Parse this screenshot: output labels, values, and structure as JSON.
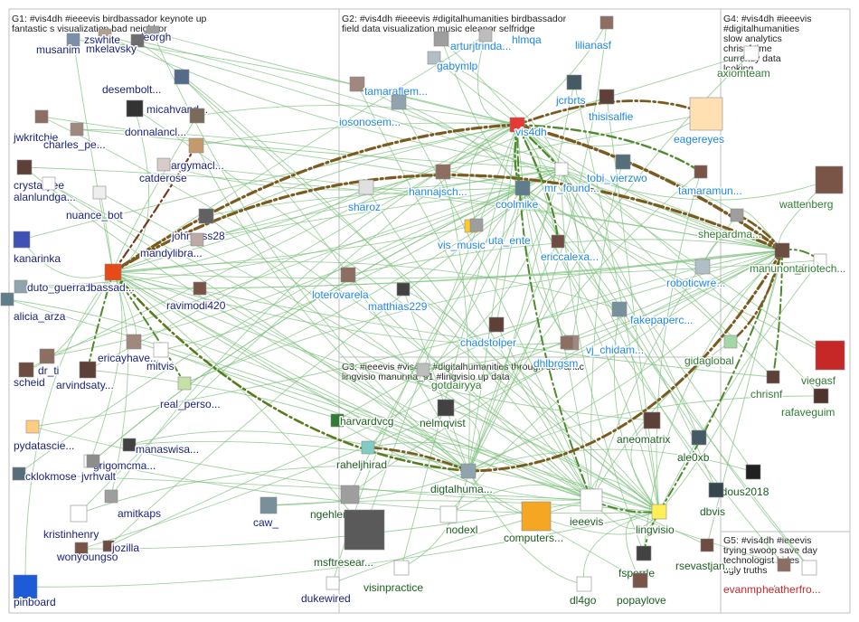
{
  "groups": [
    {
      "id": "G1",
      "label": "G1: #vis4dh #ieeevis birdbassador keynote up fantastic s visualization bad neighbor"
    },
    {
      "id": "G2",
      "label": "G2: #vis4dh #ieeevis #digitalhumanities birdbassador field data visualization music eleanor selfridge"
    },
    {
      "id": "G3",
      "label": "G3: #ieeevis #vis4dh #digitalhumanities through semantic lingvisio manunna_91 #lingvisio up data"
    },
    {
      "id": "G4",
      "label": "G4: #vis4dh #ieeevis #digitalhumanities slow analytics chrisnf time currently data looking"
    },
    {
      "id": "G5",
      "label": "G5: #vis4dh #ieeevis trying swoop save day technologist hides ugly truths"
    }
  ],
  "nodes": [
    {
      "id": "musanim",
      "label": "musanim",
      "color": "#1a237e",
      "avatar": "#7b8fa8"
    },
    {
      "id": "leorgh",
      "label": "leorgh",
      "color": "#1a237e",
      "avatar": "#9e9e9e"
    },
    {
      "id": "zswhite",
      "label": "zswhite",
      "color": "#1a237e",
      "avatar": "#b0a090"
    },
    {
      "id": "mkelavsky",
      "label": "mkelavsky",
      "color": "#1a237e",
      "avatar": "#6d6d6d"
    },
    {
      "id": "desembolt",
      "label": "desembolt...",
      "color": "#1a237e",
      "avatar": "#556b8a"
    },
    {
      "id": "micahvand",
      "label": "micahvand...",
      "color": "#1a237e",
      "avatar": "#333333"
    },
    {
      "id": "jwkritchie",
      "label": "jwkritchie",
      "color": "#1a237e",
      "avatar": "#8d6e63"
    },
    {
      "id": "charlespe",
      "label": "charles_pe...",
      "color": "#1a237e",
      "avatar": "#a1887f"
    },
    {
      "id": "donnalancl",
      "label": "donnalancl...",
      "color": "#1a237e",
      "avatar": "#7a6a5a"
    },
    {
      "id": "margymacl",
      "label": "margymacl...",
      "color": "#1a237e",
      "avatar": "#c49a6c"
    },
    {
      "id": "catderose",
      "label": "catderose",
      "color": "#1a237e",
      "avatar": "#d7ccc8"
    },
    {
      "id": "crystalljlee",
      "label": "crystalljlee",
      "color": "#1a237e",
      "avatar": "#5d4037"
    },
    {
      "id": "alanlundga",
      "label": "alanlundga...",
      "color": "#1a237e",
      "avatar": "#ffffff"
    },
    {
      "id": "nuancebot",
      "label": "nuance_bot",
      "color": "#1a237e",
      "avatar": "#eeeeee"
    },
    {
      "id": "johnruss28",
      "label": "johnruss28",
      "color": "#1a237e",
      "avatar": "#616161"
    },
    {
      "id": "mandylibra",
      "label": "mandylibra...",
      "color": "#1a237e",
      "avatar": "#bcaaa4"
    },
    {
      "id": "kanarinka",
      "label": "kanarinka",
      "color": "#1a237e",
      "avatar": "#3f51b5"
    },
    {
      "id": "birdbassad",
      "label": "birdbassad...",
      "color": "#1a237e",
      "avatar": "#e64a19"
    },
    {
      "id": "dutoguerra",
      "label": "duto_guerra",
      "color": "#1a237e",
      "avatar": "#90a4ae"
    },
    {
      "id": "ravimodi420",
      "label": "ravimodi420",
      "color": "#1a237e",
      "avatar": "#795548"
    },
    {
      "id": "aliciaarza",
      "label": "alicia_arza",
      "color": "#1a237e",
      "avatar": "#607d8b"
    },
    {
      "id": "ericayhave",
      "label": "ericayhave...",
      "color": "#1a237e",
      "avatar": "#a1887f"
    },
    {
      "id": "mitvis",
      "label": "mitvis",
      "color": "#1a237e",
      "avatar": "#ffffff"
    },
    {
      "id": "drti",
      "label": "dr_ti",
      "color": "#1a237e",
      "avatar": "#8d6e63"
    },
    {
      "id": "scheid",
      "label": "scheid",
      "color": "#1a237e",
      "avatar": "#6d4c41"
    },
    {
      "id": "arvindsaty",
      "label": "arvindsaty...",
      "color": "#1a237e",
      "avatar": "#5d4037"
    },
    {
      "id": "realperso",
      "label": "real_perso...",
      "color": "#1a237e",
      "avatar": "#c5e1a5"
    },
    {
      "id": "pydatascie",
      "label": "pydatascie...",
      "color": "#1a237e",
      "avatar": "#ffcc80"
    },
    {
      "id": "manaswisa",
      "label": "manaswisa...",
      "color": "#1a237e",
      "avatar": "#424242"
    },
    {
      "id": "grigomcma",
      "label": "grigomcma...",
      "color": "#1a237e",
      "avatar": "#ffffff"
    },
    {
      "id": "cklokmose",
      "label": "cklokmose",
      "color": "#1a237e",
      "avatar": "#546e7a"
    },
    {
      "id": "jvrhvalt",
      "label": "jvrhvalt",
      "color": "#1a237e",
      "avatar": "#8d8d8d"
    },
    {
      "id": "amitkaps",
      "label": "amitkaps",
      "color": "#1a237e",
      "avatar": "#9e9e9e"
    },
    {
      "id": "kristinhenry",
      "label": "kristinhenry",
      "color": "#1a237e",
      "avatar": "#ffffff"
    },
    {
      "id": "jozilla",
      "label": "jozilla",
      "color": "#1a237e",
      "avatar": "#6d4c41"
    },
    {
      "id": "wonyoungso",
      "label": "wonyoungso",
      "color": "#1a237e",
      "avatar": "#795548"
    },
    {
      "id": "caw",
      "label": "caw_",
      "color": "#1a237e",
      "avatar": "#78909c"
    },
    {
      "id": "pinboard",
      "label": "pinboard",
      "color": "#1a237e",
      "avatar": "#1e5bd6"
    },
    {
      "id": "dukewired",
      "label": "dukewired",
      "color": "#1a237e",
      "avatar": "#ffffff"
    },
    {
      "id": "arturjtrinda",
      "label": "arturjtrinda...",
      "color": "#1e88e5",
      "avatar": "#9e9e9e"
    },
    {
      "id": "hlmqa",
      "label": "hlmqa",
      "color": "#1e88e5",
      "avatar": "#bdbdbd"
    },
    {
      "id": "lilianasf",
      "label": "lilianasf",
      "color": "#1e88e5",
      "avatar": "#8d6e63"
    },
    {
      "id": "gabymlp",
      "label": "gabymlp",
      "color": "#1e88e5",
      "avatar": "#b0bec5"
    },
    {
      "id": "tamaraflem",
      "label": "tamaraflem...",
      "color": "#1e88e5",
      "avatar": "#a1887f"
    },
    {
      "id": "jcrbrts",
      "label": "jcrbrts",
      "color": "#1e88e5",
      "avatar": "#455a64"
    },
    {
      "id": "thisisalfie",
      "label": "thisisalfie",
      "color": "#1e88e5",
      "avatar": "#5d4037"
    },
    {
      "id": "iosonosem",
      "label": "iosonosem...",
      "color": "#1e88e5",
      "avatar": "#90a4ae"
    },
    {
      "id": "vis4dh",
      "label": "vis4dh",
      "color": "#1e88e5",
      "avatar": "#e53935"
    },
    {
      "id": "eagereyes",
      "label": "eagereyes",
      "color": "#1e88e5",
      "avatar": "#ffe0b2"
    },
    {
      "id": "hannajsch",
      "label": "hannajsch...",
      "color": "#1e88e5",
      "avatar": "#8d6e63"
    },
    {
      "id": "mrfound",
      "label": "mr_found...",
      "color": "#1e88e5",
      "avatar": "#ffffff"
    },
    {
      "id": "tobivierzwo",
      "label": "tobi_vierzwo",
      "color": "#1e88e5",
      "avatar": "#546e7a"
    },
    {
      "id": "tamaramun",
      "label": "tamaramun...",
      "color": "#1e88e5",
      "avatar": "#795548"
    },
    {
      "id": "sharoz",
      "label": "sharoz",
      "color": "#1e88e5",
      "avatar": "#e0e0e0"
    },
    {
      "id": "coolmike",
      "label": "coolmike",
      "color": "#1e88e5",
      "avatar": "#607d8b"
    },
    {
      "id": "vismusic",
      "label": "vis_music",
      "color": "#1e88e5",
      "avatar": "#ffca28"
    },
    {
      "id": "utaente",
      "label": "uta_ente",
      "color": "#1e88e5",
      "avatar": "#9e9e9e"
    },
    {
      "id": "ericcalexa",
      "label": "ericcalexa...",
      "color": "#1e88e5",
      "avatar": "#6d4c41"
    },
    {
      "id": "roboticwre",
      "label": "roboticwre...",
      "color": "#1e88e5",
      "avatar": "#b0bec5"
    },
    {
      "id": "loterovarela",
      "label": "loterovarela",
      "color": "#1e88e5",
      "avatar": "#8d6e63"
    },
    {
      "id": "matthias229",
      "label": "matthias229",
      "color": "#1e88e5",
      "avatar": "#424242"
    },
    {
      "id": "fakepaperc",
      "label": "fakepaperc...",
      "color": "#1e88e5",
      "avatar": "#78909c"
    },
    {
      "id": "chadstolper",
      "label": "chadstolper",
      "color": "#1e88e5",
      "avatar": "#5d4037"
    },
    {
      "id": "vjchidam",
      "label": "vj_chidam...",
      "color": "#1e88e5",
      "avatar": "#a1887f"
    },
    {
      "id": "dhlbrgsm",
      "label": "dhlbrgsm",
      "color": "#1e88e5",
      "avatar": "#8d6e63"
    },
    {
      "id": "axiomteam",
      "label": "axiomteam",
      "color": "#2e7d32",
      "avatar": "#ffffff"
    },
    {
      "id": "wattenberg",
      "label": "wattenberg",
      "color": "#2e7d32",
      "avatar": "#795548"
    },
    {
      "id": "shepardma",
      "label": "shepardma...",
      "color": "#2e7d32",
      "avatar": "#9e9e9e"
    },
    {
      "id": "manunna",
      "label": "manunna_91",
      "color": "#2e7d32",
      "avatar": "#6d4c41"
    },
    {
      "id": "ontariotech",
      "label": "ontariotech...",
      "color": "#2e7d32",
      "avatar": "#ffffff"
    },
    {
      "id": "gidaglobal",
      "label": "gidaglobal",
      "color": "#2e7d32",
      "avatar": "#a5d6a7"
    },
    {
      "id": "viegasf",
      "label": "viegasf",
      "color": "#2e7d32",
      "avatar": "#c62828"
    },
    {
      "id": "chrisnf",
      "label": "chrisnf",
      "color": "#2e7d32",
      "avatar": "#5d4037"
    },
    {
      "id": "rafaveguim",
      "label": "rafaveguim",
      "color": "#2e7d32",
      "avatar": "#4e342e"
    },
    {
      "id": "gotdairyya",
      "label": "gotdairyya",
      "color": "#2e7d32",
      "avatar": "#bdbdbd"
    },
    {
      "id": "harvardvcg",
      "label": "harvardvcg",
      "color": "#1b5e20",
      "avatar": "#2e7d32"
    },
    {
      "id": "nelmqvist",
      "label": "nelmqvist",
      "color": "#1b5e20",
      "avatar": "#424242"
    },
    {
      "id": "aneomatrix",
      "label": "aneomatrix",
      "color": "#1b5e20",
      "avatar": "#5d4037"
    },
    {
      "id": "raheljhirad",
      "label": "raheljhirad",
      "color": "#1b5e20",
      "avatar": "#80cbc4"
    },
    {
      "id": "ale0xb",
      "label": "ale0xb",
      "color": "#1b5e20",
      "avatar": "#455a64"
    },
    {
      "id": "digtalhuma",
      "label": "digtalhuma...",
      "color": "#1b5e20",
      "avatar": "#90a4ae"
    },
    {
      "id": "ldous2018",
      "label": "ldous2018",
      "color": "#1b5e20",
      "avatar": "#212121"
    },
    {
      "id": "ngehlenborg",
      "label": "ngehlenborg",
      "color": "#1b5e20",
      "avatar": "#9e9e9e"
    },
    {
      "id": "nodexl",
      "label": "nodexl",
      "color": "#1b5e20",
      "avatar": "#ffffff"
    },
    {
      "id": "computers",
      "label": "computers...",
      "color": "#1b5e20",
      "avatar": "#f5a623"
    },
    {
      "id": "ieeevis",
      "label": "ieeevis",
      "color": "#1b5e20",
      "avatar": "#ffffff"
    },
    {
      "id": "lingvisio",
      "label": "lingvisio",
      "color": "#1b5e20",
      "avatar": "#ffee58"
    },
    {
      "id": "dbvis",
      "label": "dbvis",
      "color": "#1b5e20",
      "avatar": "#37474f"
    },
    {
      "id": "msftresear",
      "label": "msftresear...",
      "color": "#1b5e20",
      "avatar": "#5a5a5a"
    },
    {
      "id": "visinpractice",
      "label": "visinpractice",
      "color": "#1b5e20",
      "avatar": "#ffffff"
    },
    {
      "id": "fsperrle",
      "label": "fsperrle",
      "color": "#1b5e20",
      "avatar": "#424242"
    },
    {
      "id": "rsevastjan",
      "label": "rsevastjan...",
      "color": "#1b5e20",
      "avatar": "#6d4c41"
    },
    {
      "id": "dl4go",
      "label": "dl4go",
      "color": "#1b5e20",
      "avatar": "#ffffff"
    },
    {
      "id": "popaylove",
      "label": "popaylove",
      "color": "#1b5e20",
      "avatar": "#795548"
    },
    {
      "id": "evanmpeck",
      "label": "evanmpeck",
      "color": "#c62828",
      "avatar": "#8d6e63"
    },
    {
      "id": "heatherfro",
      "label": "heatherfro...",
      "color": "#c62828",
      "avatar": "#ffffff"
    }
  ]
}
